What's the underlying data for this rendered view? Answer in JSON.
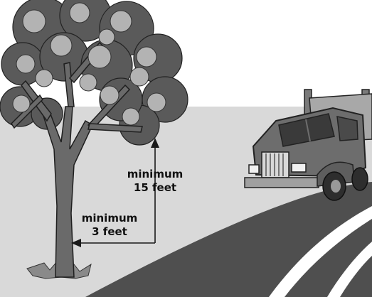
{
  "annotations": {
    "vertical_clearance": {
      "line1": "minimum",
      "line2": "15 feet"
    },
    "horizontal_clearance": {
      "line1": "minimum",
      "line2": "3 feet"
    }
  },
  "colors": {
    "sky": "#ffffff",
    "ground": "#d9d9d9",
    "road": "#4f4f4f",
    "road_stripe": "#ffffff",
    "foliage_dark": "#5a5a5a",
    "foliage_light": "#b3b3b3",
    "trunk": "#6a6a6a",
    "truck_body": "#6d6d6d"
  }
}
